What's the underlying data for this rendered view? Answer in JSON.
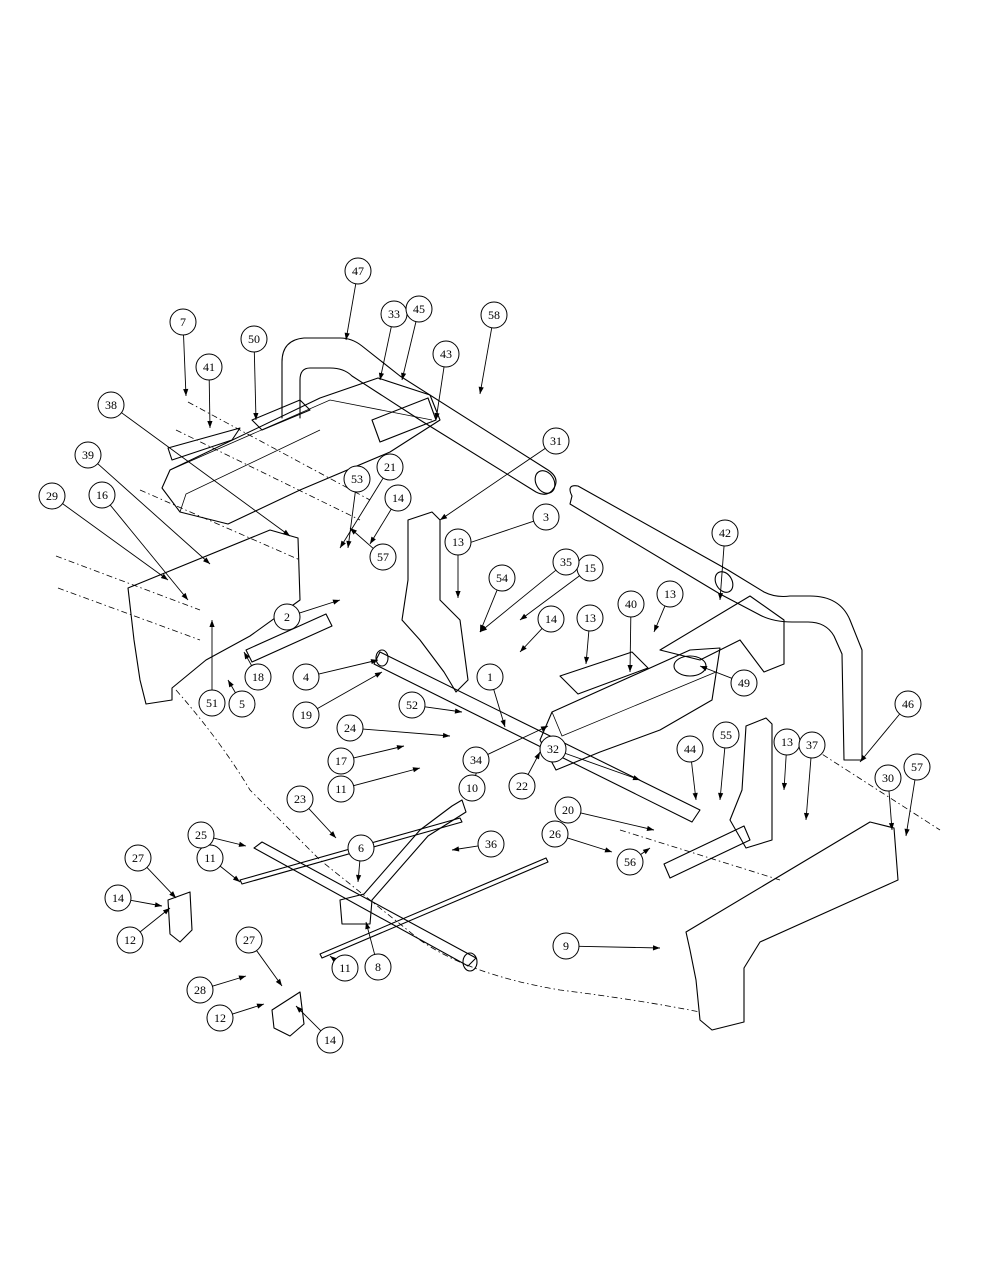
{
  "callouts": [
    {
      "label": "1"
    },
    {
      "label": "2"
    },
    {
      "label": "3"
    },
    {
      "label": "4"
    },
    {
      "label": "5"
    },
    {
      "label": "6"
    },
    {
      "label": "7"
    },
    {
      "label": "8"
    },
    {
      "label": "9"
    },
    {
      "label": "10"
    },
    {
      "label": "11"
    },
    {
      "label": "11"
    },
    {
      "label": "11"
    },
    {
      "label": "12"
    },
    {
      "label": "12"
    },
    {
      "label": "13"
    },
    {
      "label": "13"
    },
    {
      "label": "13"
    },
    {
      "label": "13"
    },
    {
      "label": "14"
    },
    {
      "label": "14"
    },
    {
      "label": "14"
    },
    {
      "label": "14"
    },
    {
      "label": "15"
    },
    {
      "label": "16"
    },
    {
      "label": "17"
    },
    {
      "label": "18"
    },
    {
      "label": "19"
    },
    {
      "label": "20"
    },
    {
      "label": "21"
    },
    {
      "label": "22"
    },
    {
      "label": "23"
    },
    {
      "label": "24"
    },
    {
      "label": "25"
    },
    {
      "label": "26"
    },
    {
      "label": "27"
    },
    {
      "label": "27"
    },
    {
      "label": "28"
    },
    {
      "label": "29"
    },
    {
      "label": "30"
    },
    {
      "label": "31"
    },
    {
      "label": "32"
    },
    {
      "label": "33"
    },
    {
      "label": "34"
    },
    {
      "label": "35"
    },
    {
      "label": "36"
    },
    {
      "label": "37"
    },
    {
      "label": "38"
    },
    {
      "label": "39"
    },
    {
      "label": "40"
    },
    {
      "label": "41"
    },
    {
      "label": "42"
    },
    {
      "label": "43"
    },
    {
      "label": "44"
    },
    {
      "label": "45"
    },
    {
      "label": "46"
    },
    {
      "label": "47"
    },
    {
      "label": "49"
    },
    {
      "label": "50"
    },
    {
      "label": "51"
    },
    {
      "label": "52"
    },
    {
      "label": "53"
    },
    {
      "label": "54"
    },
    {
      "label": "55"
    },
    {
      "label": "56"
    },
    {
      "label": "57"
    },
    {
      "label": "57"
    },
    {
      "label": "58"
    }
  ]
}
